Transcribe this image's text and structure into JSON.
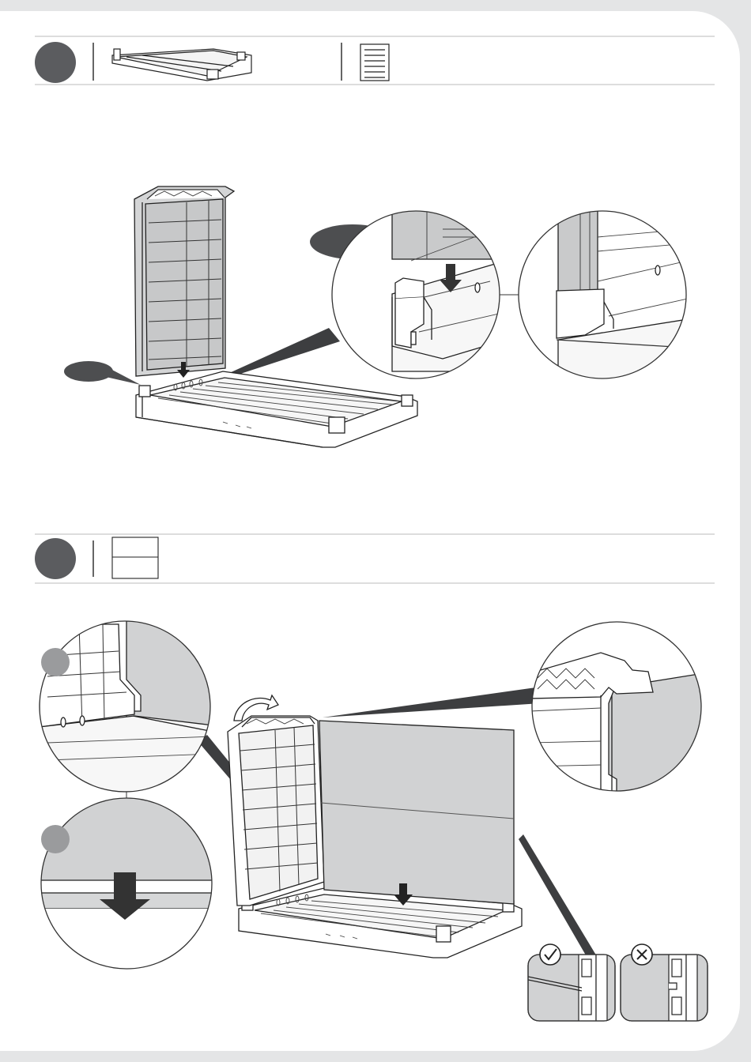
{
  "document": {
    "type": "assembly-instructions",
    "steps": [
      {
        "parts": [
          "base-tray-part",
          "side-panel-part"
        ],
        "callouts": [
          "side-panel-insert",
          "connector-detail-before",
          "connector-detail-after"
        ]
      },
      {
        "parts": [
          "wall-panel-part"
        ],
        "callouts": [
          "bottom-edge-detail",
          "slide-down-detail",
          "top-corner-detail"
        ],
        "check": {
          "correct_icon": "check-icon",
          "wrong_icon": "cross-icon"
        }
      }
    ],
    "colors": {
      "page": "#ffffff",
      "frame": "#e4e5e6",
      "step_badge": "#5b5c5f",
      "panel_fill": "#d1d2d3",
      "line": "#222222",
      "callout_fill": "#4d4e50"
    }
  }
}
